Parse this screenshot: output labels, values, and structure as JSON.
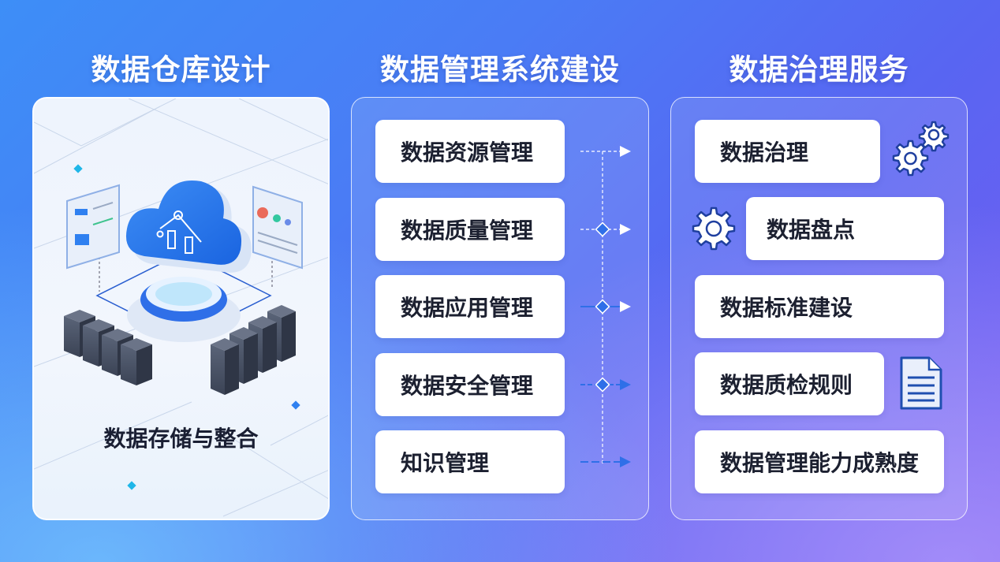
{
  "columns": [
    {
      "title": "数据仓库设计",
      "caption": "数据存储与整合",
      "illustration": [
        "cloud-analytics-icon",
        "server-rack-icon",
        "dashboard-panel-icon"
      ]
    },
    {
      "title": "数据管理系统建设",
      "items": [
        {
          "label": "数据资源管理",
          "connector": "dashed-arrow"
        },
        {
          "label": "数据质量管理",
          "connector": "diamond-arrow"
        },
        {
          "label": "数据应用管理",
          "connector": "diamond-arrow"
        },
        {
          "label": "数据安全管理",
          "connector": "diamond-arrow"
        },
        {
          "label": "知识管理",
          "connector": "dashed-arrow"
        }
      ]
    },
    {
      "title": "数据治理服务",
      "items": [
        {
          "label": "数据治理",
          "icon": "double-gear-icon"
        },
        {
          "label": "数据盘点",
          "icon": "gear-icon"
        },
        {
          "label": "数据标准建设"
        },
        {
          "label": "数据质检规则",
          "icon": "document-icon"
        },
        {
          "label": "数据管理能力成熟度"
        }
      ]
    }
  ],
  "colors": {
    "accent": "#2f6fe8",
    "text_dark": "#1c2030",
    "icon_stroke": "#1f3f9f"
  }
}
